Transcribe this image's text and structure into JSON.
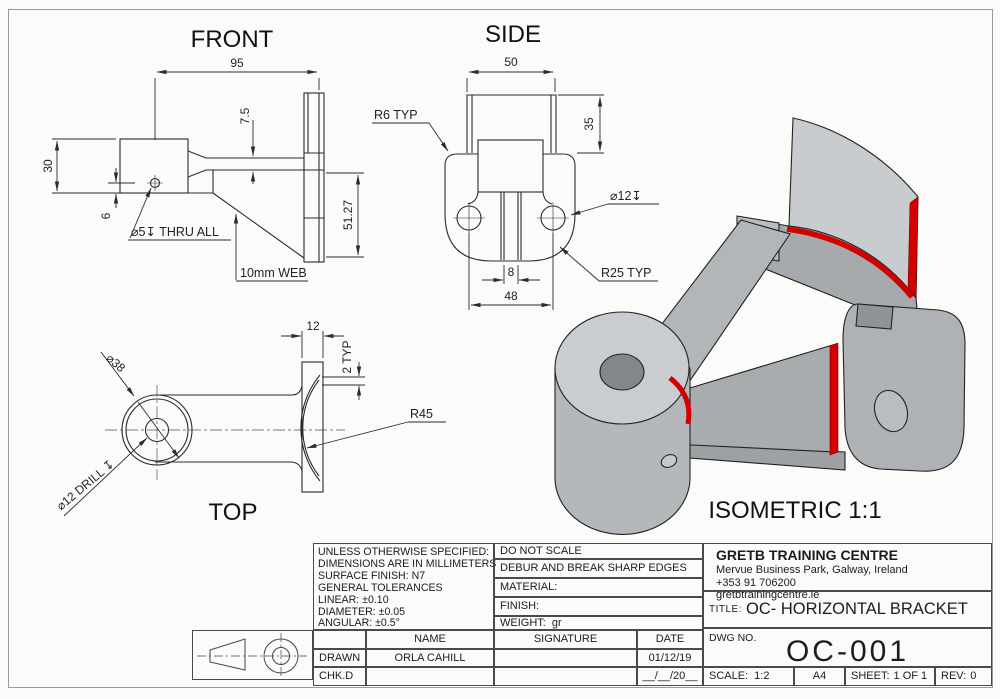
{
  "views": {
    "front": {
      "title": "FRONT",
      "dim_width": "95",
      "dim_web_thickness": "7.5",
      "dim_block_height": "30",
      "dim_hole_offset": "6",
      "dim_plate_height": "51.27",
      "label_hole": "⌀5↧ THRU ALL",
      "label_web": "10mm WEB"
    },
    "side": {
      "title": "SIDE",
      "dim_width": "50",
      "dim_height": "35",
      "dim_web_width": "8",
      "dim_hole_spacing": "48",
      "label_corner_radius": "R6 TYP",
      "label_hole_dia": "⌀12↧",
      "label_base_radius": "R25 TYP"
    },
    "top": {
      "title": "TOP",
      "dim_flange_width": "12",
      "dim_lip": "2 TYP",
      "label_boss_dia": "⌀38",
      "label_saddle_radius": "R45",
      "label_drill": "⌀12 DRILL ↧"
    },
    "iso": {
      "title": "ISOMETRIC 1:1"
    }
  },
  "title_block": {
    "tolerances": {
      "line1": "UNLESS OTHERWISE SPECIFIED:",
      "line2": "DIMENSIONS ARE IN MILLIMETERS",
      "line3": "SURFACE FINISH: N7",
      "line4": "GENERAL TOLERANCES",
      "line5": "LINEAR: ±0.10",
      "line6": "DIAMETER: ±0.05",
      "line7": "ANGULAR: ±0.5°"
    },
    "notes": {
      "do_not_scale": "DO NOT SCALE",
      "debur": "DEBUR AND BREAK SHARP EDGES",
      "material_label": "MATERIAL:",
      "finish_label": "FINISH:",
      "weight_label": "WEIGHT:",
      "weight_value": "gr"
    },
    "company": {
      "name": "GRETB TRAINING CENTRE",
      "address": "Mervue Business Park, Galway, Ireland",
      "phone": "+353 91 706200",
      "website": "gretbtrainingcentre.ie"
    },
    "title_label": "TITLE:",
    "title_value": "OC- HORIZONTAL BRACKET",
    "sign_table": {
      "name_header": "NAME",
      "signature_header": "SIGNATURE",
      "date_header": "DATE",
      "rows": [
        {
          "role": "DRAWN",
          "name": "ORLA CAHILL",
          "signature": "",
          "date": "01/12/19"
        },
        {
          "role": "CHK.D",
          "name": "",
          "signature": "",
          "date": "__/__/20__"
        }
      ]
    },
    "dwg_no_label": "DWG NO.",
    "dwg_no_value": "OC-001",
    "scale_label": "SCALE:",
    "scale_value": "1:2",
    "paper_size": "A4",
    "sheet_label": "SHEET:",
    "sheet_value": "1 OF 1",
    "rev_label": "REV:",
    "rev_value": "0"
  },
  "colors": {
    "accent_red": "#d40000",
    "line": "#2b2b2b",
    "metal_light": "#c9cdcf",
    "metal_mid": "#aeb2b5",
    "metal_dark": "#8f9396"
  }
}
